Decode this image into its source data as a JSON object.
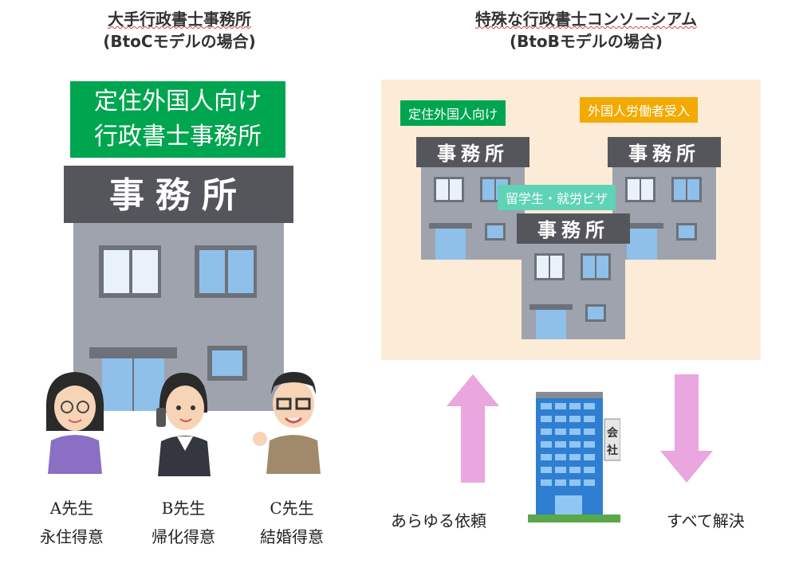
{
  "left": {
    "title_line1": "大手行政書士事務所",
    "title_line2": "(BtoCモデルの場合)",
    "office_label_line1": "定住外国人向け",
    "office_label_line2": "行政書士事務所",
    "building_sign": "事務所",
    "teachers": [
      {
        "name": "A先生",
        "specialty": "永住得意"
      },
      {
        "name": "B先生",
        "specialty": "帰化得意"
      },
      {
        "name": "C先生",
        "specialty": "結婚得意"
      }
    ]
  },
  "right": {
    "title_line1": "特殊な行政書士コンソーシアム",
    "title_line2": "(BtoBモデルの場合)",
    "labels": {
      "resident": "定住外国人向け",
      "workers": "外国人労働者受入",
      "students": "留学生・就労ビザ"
    },
    "building_sign": "事務所",
    "company_sign": [
      "会",
      "社"
    ],
    "request_text": "あらゆる依頼",
    "resolve_text": "すべて解決"
  },
  "colors": {
    "green": "#00a550",
    "yellow": "#f2a900",
    "teal": "#5fd3b5",
    "arrow_pink": "#e9a6df",
    "panel_bg": "#fcebd7",
    "building_gray": "#9ea3ae",
    "sign_dark": "#55565b"
  },
  "icons": [
    "office-building-icon",
    "company-tower-icon",
    "up-arrow-icon",
    "down-arrow-icon",
    "person-icon"
  ]
}
